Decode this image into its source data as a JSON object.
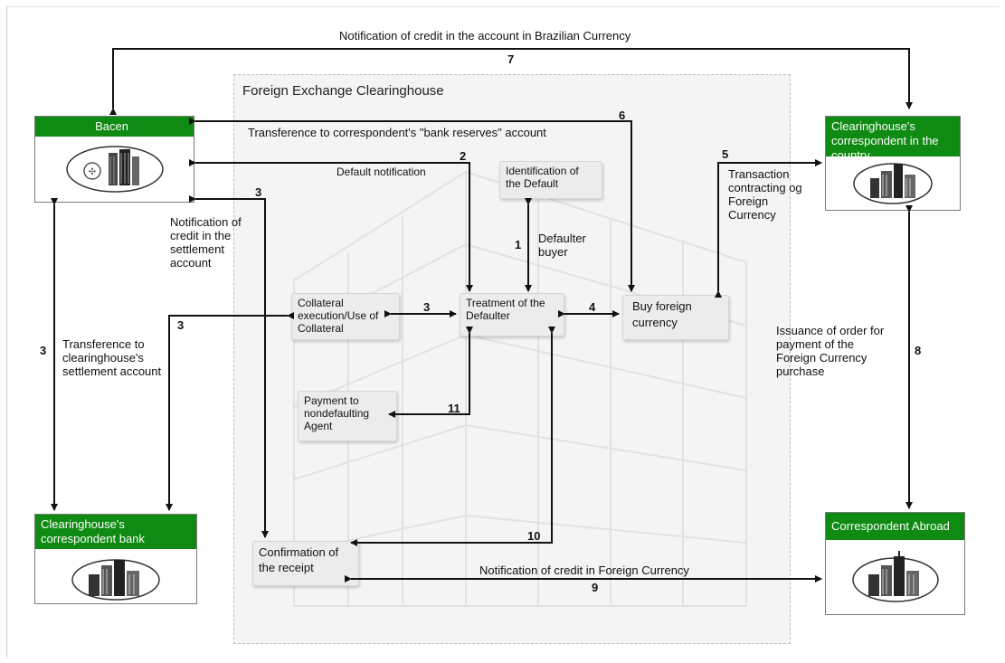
{
  "container_title": "Foreign Exchange Clearinghouse",
  "entities": {
    "bacen": "Bacen",
    "correspondent_country": "Clearinghouse's correspondent in the country",
    "correspondent_bank": "Clearinghouse's correspondent bank",
    "correspondent_abroad": "Correspondent Abroad"
  },
  "boxes": {
    "identification": "Identification of the Default",
    "treatment": "Treatment of the Defaulter",
    "collateral": "Collateral execution/Use of Collateral",
    "buy": "Buy foreign currency",
    "payment": "Payment to nondefaulting Agent",
    "confirmation": "Confirmation of the receipt"
  },
  "labels": {
    "top_notification": "Notification of credit in the account in Brazilian Currency",
    "transference_reserves": "Transference to correspondent's \"bank reserves\" account",
    "default_notification": "Default notification",
    "notification_settlement": "Notification of credit in the settlement account",
    "defaulter_buyer": "Defaulter buyer",
    "transaction_contracting": "Transaction contracting og Foreign Currency",
    "transference_settlement": "Transference to clearinghouse's settlement account",
    "issuance_order": "Issuance of order for payment of the Foreign Currency purchase",
    "notification_foreign": "Notification of credit in Foreign Currency"
  },
  "steps": {
    "s1": "1",
    "s2": "2",
    "s3a": "3",
    "s3b": "3",
    "s3c": "3",
    "s3d": "3",
    "s4": "4",
    "s5": "5",
    "s6": "6",
    "s7": "7",
    "s8": "8",
    "s9": "9",
    "s10": "10",
    "s11": "11"
  },
  "colors": {
    "entity_header": "#0f8a12",
    "container_bg": "#f4f4f4",
    "arrow": "#111111"
  },
  "icons": {
    "bacen": "bacen-building-icon",
    "city": "city-buildings-icon"
  }
}
